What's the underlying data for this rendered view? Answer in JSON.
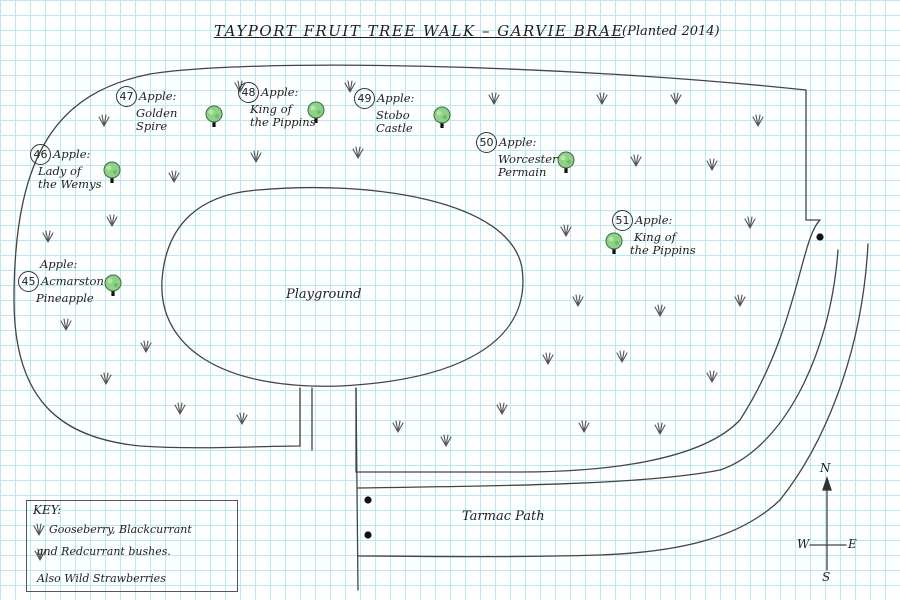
{
  "title": "TAYPORT FRUIT TREE WALK – GARVIE BRAE",
  "subtitle": "(Planted 2014)",
  "trees": [
    {
      "number": "47",
      "line1": "Apple:",
      "line2": "Golden",
      "line3": "Spire"
    },
    {
      "number": "48",
      "line1": "Apple:",
      "line2": "King of",
      "line3": "the Pippins"
    },
    {
      "number": "49",
      "line1": "Apple:",
      "line2": "Stobo",
      "line3": "Castle"
    },
    {
      "number": "50",
      "line1": "Apple:",
      "line2": "Worcester",
      "line3": "Permain"
    },
    {
      "number": "46",
      "line1": "Apple:",
      "line2": "Lady of",
      "line3": "the Wemys"
    },
    {
      "number": "51",
      "line1": "Apple:",
      "line2": "King of",
      "line3": "the Pippins"
    },
    {
      "number": "45",
      "line1": "Apple:",
      "line2": "Acmarston",
      "line3": "Pineapple"
    }
  ],
  "playground_label": "Playground",
  "path_label": "Tarmac Path",
  "key": {
    "title": "KEY:",
    "line1": "Gooseberry, Blackcurrant",
    "line2": "and Redcurrant bushes.",
    "line3": "Also Wild Strawberries"
  },
  "compass": {
    "n": "N",
    "s": "S",
    "e": "E",
    "w": "W"
  },
  "colors": {
    "grid": "#bfe6ee",
    "ink": "#333333",
    "tree_canopy": "#8fd08a",
    "tree_trunk": "#111111"
  }
}
